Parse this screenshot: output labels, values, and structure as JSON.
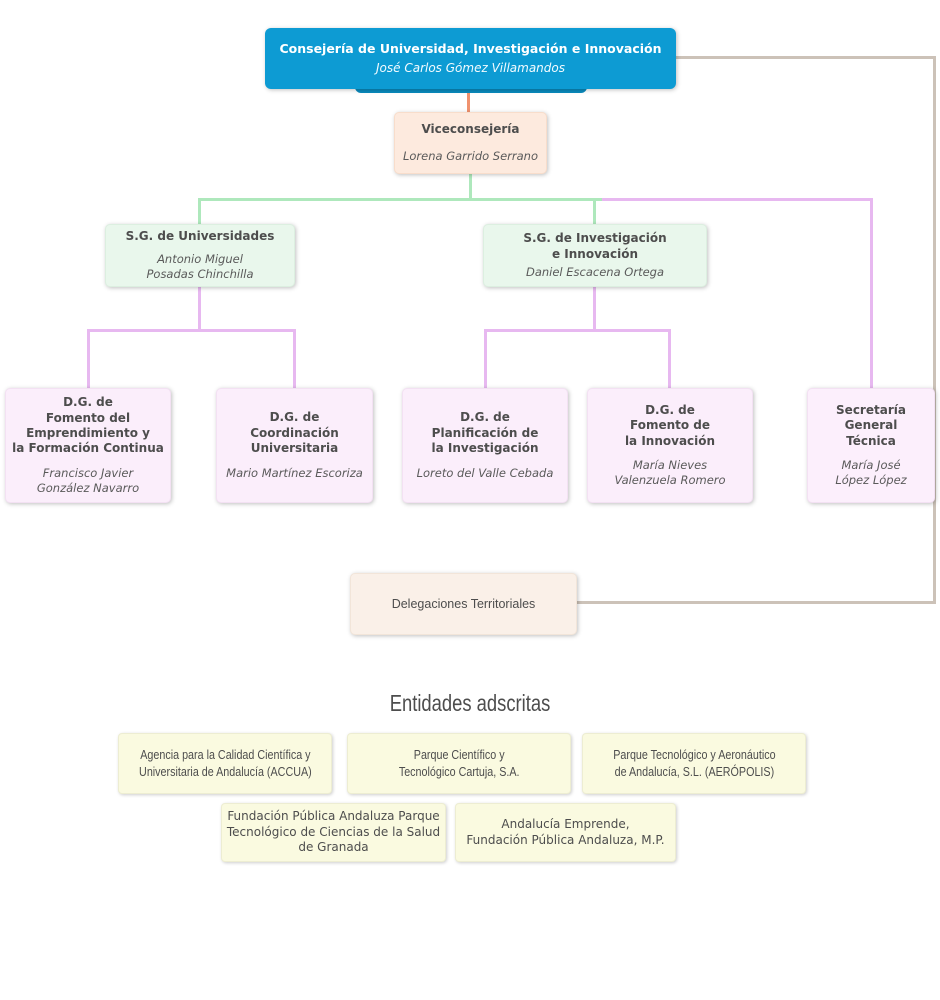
{
  "org": {
    "root": {
      "title": "Consejería de Universidad, Investigación e Innovación",
      "name": "José Carlos Gómez Villamandos"
    },
    "vice": {
      "title": "Viceconsejería",
      "name": "Lorena Garrido Serrano"
    },
    "sg1": {
      "title": "S.G. de Universidades",
      "name": "Antonio Miguel\nPosadas Chinchilla"
    },
    "sg2": {
      "title": "S.G. de Investigación\ne Innovación",
      "name": "Daniel Escacena Ortega"
    },
    "dg1": {
      "title": "D.G. de\nFomento del\nEmprendimiento y\nla Formación Continua",
      "name": "Francisco Javier\nGonzález Navarro"
    },
    "dg2": {
      "title": "D.G. de\nCoordinación\nUniversitaria",
      "name": "Mario Martínez Escoriza"
    },
    "dg3": {
      "title": "D.G. de\nPlanificación de\nla Investigación",
      "name": "Loreto del Valle Cebada"
    },
    "dg4": {
      "title": "D.G. de\nFomento de\nla Innovación",
      "name": "María Nieves\nValenzuela Romero"
    },
    "sgt": {
      "title": "Secretaría\nGeneral\nTécnica",
      "name": "María José\nLópez López"
    },
    "delegaciones": {
      "label": "Delegaciones Territoriales"
    }
  },
  "entities": {
    "heading": "Entidades adscritas",
    "items": [
      {
        "label": "Agencia para la Calidad Científica y\nUniversitaria de Andalucía (ACCUA)"
      },
      {
        "label": "Parque Científico y\nTecnológico Cartuja, S.A."
      },
      {
        "label": "Parque Tecnológico y Aeronáutico\nde Andalucía, S.L. (AERÓPOLIS)"
      },
      {
        "label": "Fundación Pública Andaluza Parque\nTecnológico de Ciencias de la Salud\nde Granada"
      },
      {
        "label": "Andalucía Emprende,\nFundación Pública Andaluza, M.P."
      }
    ]
  },
  "colors": {
    "root_box": "#0d9bd3",
    "root_box_back": "#0a8abd",
    "vice_box": "#fdeade",
    "sg_box": "#e9f7ec",
    "dg_box": "#fbeefb",
    "delegaciones_box": "#faf0e8",
    "entity_box": "#fafae0",
    "connector_salmon": "#f0926e",
    "connector_green": "#aee8bc",
    "connector_pink": "#e7b8f0",
    "connector_tan": "#ccc2b8"
  }
}
